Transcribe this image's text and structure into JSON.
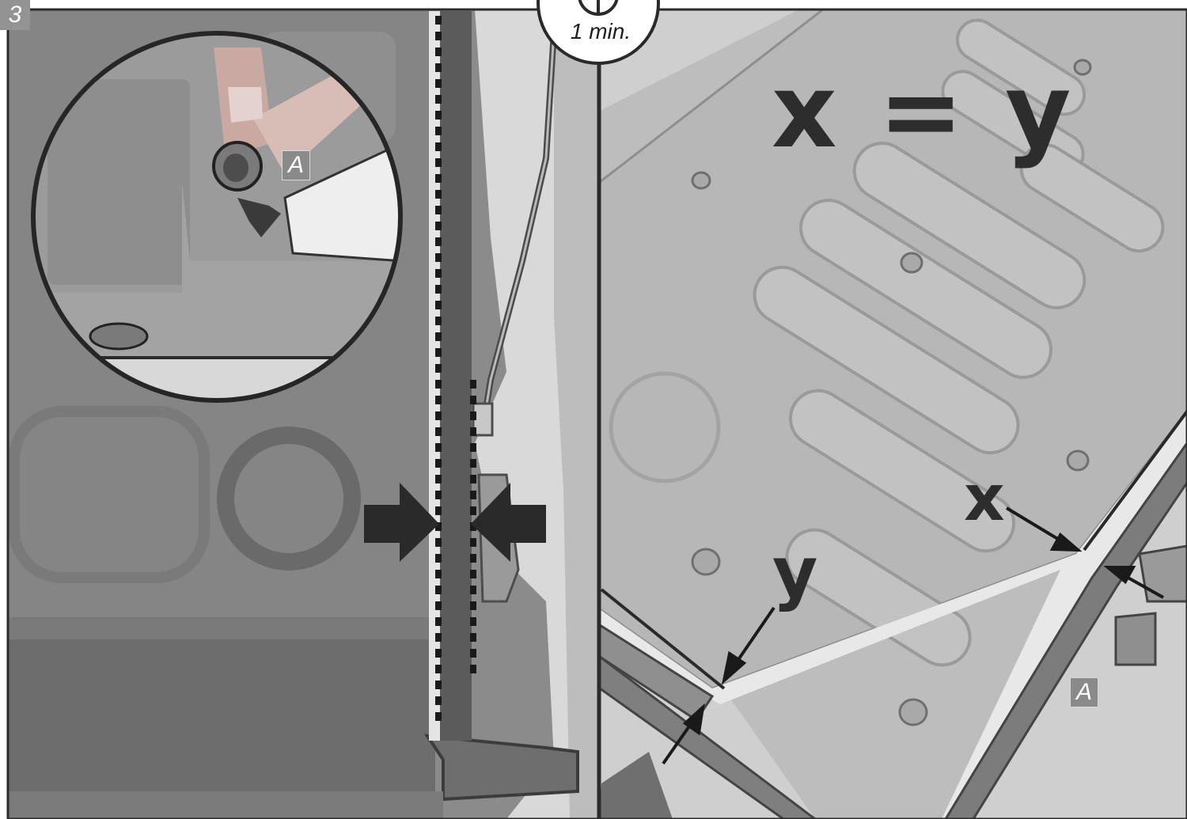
{
  "step": {
    "number": "3"
  },
  "timer": {
    "text": "1 min."
  },
  "left_panel": {
    "callout_label": "A"
  },
  "right_panel": {
    "equation": "x = y",
    "label_x": "x",
    "label_y": "y",
    "callout_label": "A"
  },
  "colors": {
    "panel_gray": "#9e9e9e",
    "metal": "#bdbdbd",
    "dark_strip": "#5f5f5f",
    "arrow": "#2a2a2a",
    "label_bg": "#8a8a8a"
  }
}
